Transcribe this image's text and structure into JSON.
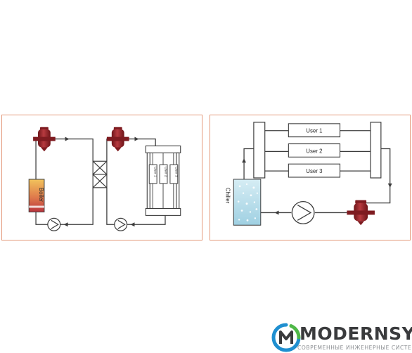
{
  "left_diagram": {
    "boiler_label": "Boiler",
    "user_labels": [
      "User 1",
      "User 2",
      "User 3"
    ]
  },
  "right_diagram": {
    "chiller_label": "Chiller",
    "user_labels": [
      "User 1",
      "User 2",
      "User 3"
    ]
  },
  "logo": {
    "wordmark": "MODERNSYS",
    "tagline": "СОВРЕМЕННЫЕ ИНЖЕНЕРНЫЕ СИСТЕМЫ"
  },
  "colors": {
    "panel_border": "#e49a7b",
    "pipe": "#3c3c3c",
    "separator": "#8a1f24",
    "boiler_top": "#f2c35c",
    "boiler_bottom": "#b9343e",
    "chiller_water": "#b9dde9",
    "logo_blue": "#1f8fd0",
    "logo_green": "#4fb848"
  }
}
